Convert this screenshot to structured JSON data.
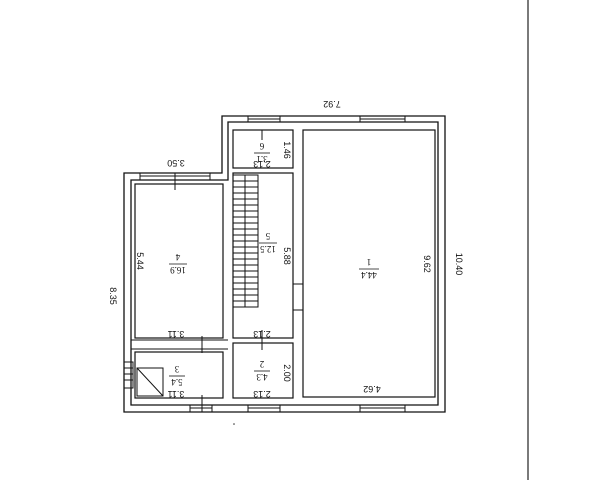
{
  "plan": {
    "rooms": [
      {
        "number": "1",
        "area": "44.4"
      },
      {
        "number": "2",
        "area": "4.3"
      },
      {
        "number": "3",
        "area": "5.4"
      },
      {
        "number": "4",
        "area": "16.9"
      },
      {
        "number": "5",
        "area": "12.5"
      },
      {
        "number": "6",
        "area": "3.1"
      }
    ],
    "dimensions": {
      "top_width": "7.92",
      "right_height": "10.40",
      "left_height": "8.35",
      "left_block_top": "3.50",
      "room4_height": "5.44",
      "room4_bottom": "3.11",
      "room3_bottom": "3.11",
      "stair_height": "5.88",
      "room6_width": "2.13",
      "room6_height": "1.46",
      "stair_bottom": "2.13",
      "room2_height": "2.00",
      "room2_bottom": "2.13",
      "room1_height": "9.62",
      "room1_bottom": "4.62"
    }
  }
}
